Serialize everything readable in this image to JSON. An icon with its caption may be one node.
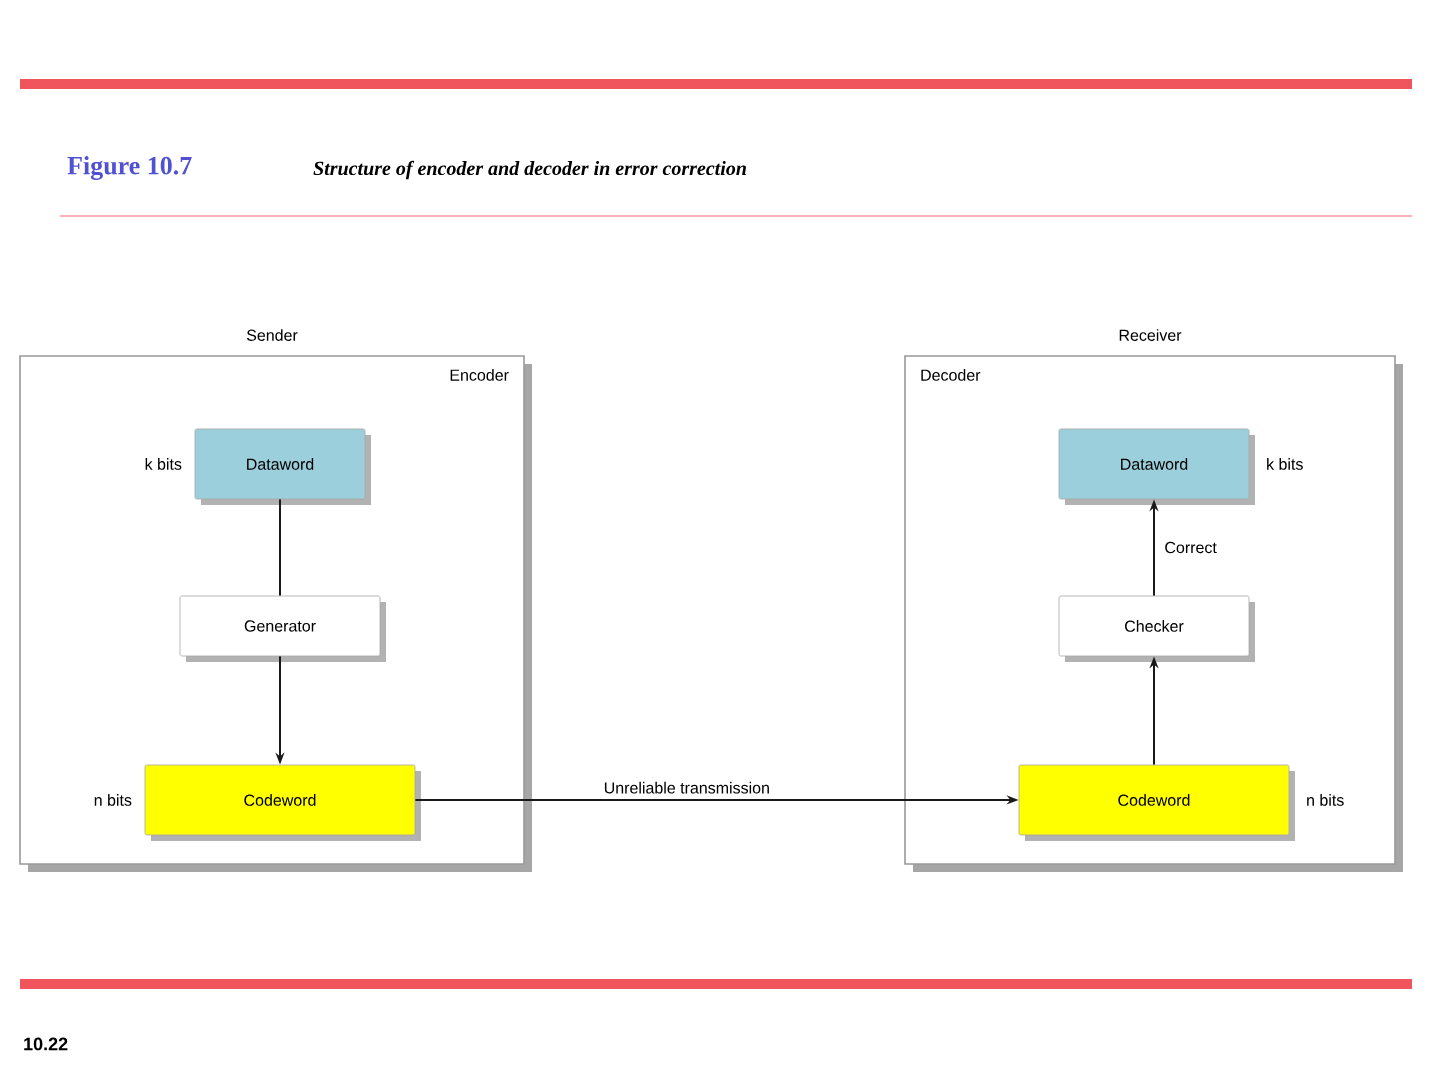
{
  "diagram": {
    "title": "Figure 10.7",
    "caption": "Structure of encoder and decoder in error correction",
    "nodes": [
      {
        "text": [
          "Sender",
          "Encoder"
        ]
      },
      {
        "text": [
          "Dataword"
        ],
        "beside": [
          "k bits"
        ],
        "in": 0
      },
      {
        "text": [
          "Generator"
        ],
        "in": 0
      },
      {
        "text": [
          "Codeword"
        ],
        "beside": [
          "n bits"
        ],
        "in": 0
      },
      {
        "text": [
          "Receiver",
          "Decoder"
        ]
      },
      {
        "text": [
          "Dataword"
        ],
        "beside": [
          "k bits"
        ],
        "in": 4
      },
      {
        "text": [
          "Checker"
        ],
        "in": 4
      },
      {
        "text": [
          "Codeword"
        ],
        "beside": [
          "n bits"
        ],
        "in": 4
      }
    ],
    "edges": [
      {
        "from": 1,
        "to": 2,
        "arrow": "none"
      },
      {
        "from": 2,
        "to": 3,
        "arrow": "to"
      },
      {
        "from": 3,
        "to": 7,
        "arrow": "to",
        "label": "Unreliable transmission"
      },
      {
        "from": 7,
        "to": 6,
        "arrow": "to"
      },
      {
        "from": 6,
        "to": 5,
        "arrow": "to",
        "label": "Correct"
      }
    ],
    "labels": [
      "10.22"
    ]
  }
}
